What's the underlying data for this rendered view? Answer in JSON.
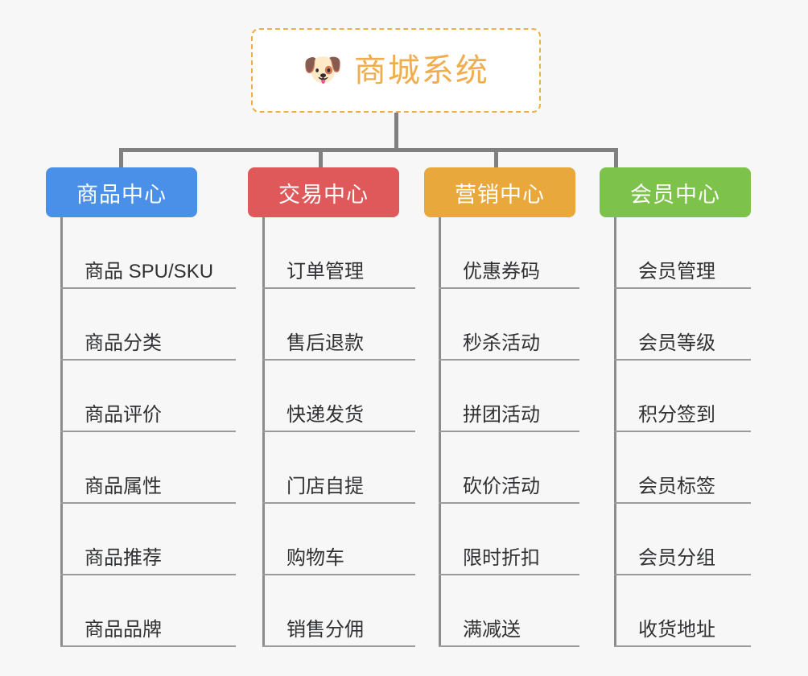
{
  "page": {
    "background_color": "#f7f7f7",
    "connector_color": "#808080"
  },
  "root": {
    "icon": "dog-face-emoji",
    "emoji": "🐶",
    "title": "商城系统",
    "text_color": "#f0ad4e",
    "border_color": "#edb047",
    "background_color": "#ffffff"
  },
  "branches": [
    {
      "id": "product-center",
      "label": "商品中心",
      "color": "#4a90e8",
      "items": [
        {
          "label": "商品 SPU/SKU"
        },
        {
          "label": "商品分类"
        },
        {
          "label": "商品评价"
        },
        {
          "label": "商品属性"
        },
        {
          "label": "商品推荐"
        },
        {
          "label": "商品品牌"
        }
      ]
    },
    {
      "id": "trade-center",
      "label": "交易中心",
      "color": "#e0595a",
      "items": [
        {
          "label": "订单管理"
        },
        {
          "label": "售后退款"
        },
        {
          "label": "快递发货"
        },
        {
          "label": "门店自提"
        },
        {
          "label": "购物车"
        },
        {
          "label": "销售分佣"
        }
      ]
    },
    {
      "id": "marketing-center",
      "label": "营销中心",
      "color": "#e8a83c",
      "items": [
        {
          "label": "优惠券码"
        },
        {
          "label": "秒杀活动"
        },
        {
          "label": "拼团活动"
        },
        {
          "label": "砍价活动"
        },
        {
          "label": "限时折扣"
        },
        {
          "label": "满减送"
        }
      ]
    },
    {
      "id": "member-center",
      "label": "会员中心",
      "color": "#7dc24b",
      "items": [
        {
          "label": "会员管理"
        },
        {
          "label": "会员等级"
        },
        {
          "label": "积分签到"
        },
        {
          "label": "会员标签"
        },
        {
          "label": "会员分组"
        },
        {
          "label": "收货地址"
        }
      ]
    }
  ]
}
